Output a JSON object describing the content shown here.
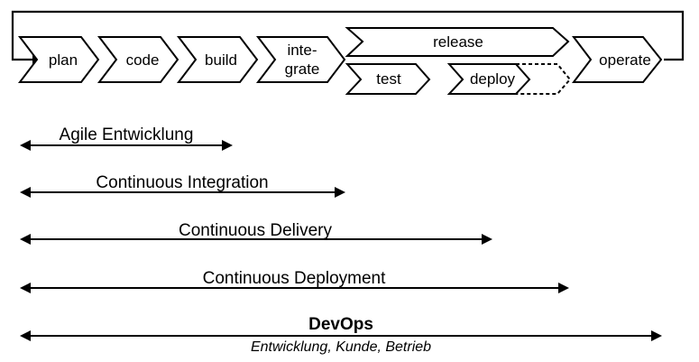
{
  "stages": {
    "plan": "plan",
    "code": "code",
    "build": "build",
    "integrate_line1": "inte-",
    "integrate_line2": "grate",
    "release": "release",
    "test": "test",
    "deploy": "deploy",
    "operate": "operate"
  },
  "ranges": {
    "agile": "Agile Entwicklung",
    "ci": "Continuous Integration",
    "cdelivery": "Continuous Delivery",
    "cdeployment": "Continuous Deployment",
    "devops": "DevOps",
    "devops_sub": "Entwicklung, Kunde, Betrieb"
  }
}
